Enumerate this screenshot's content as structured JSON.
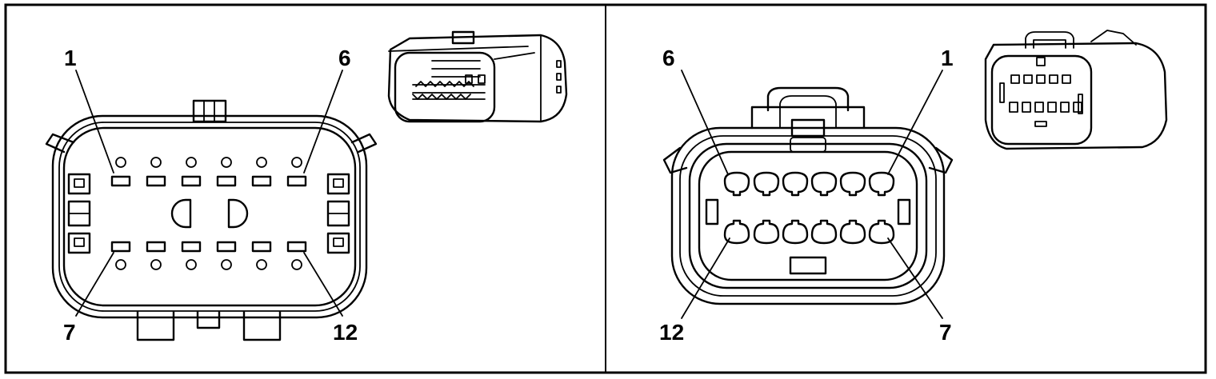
{
  "colors": {
    "line": "#000000",
    "background": "#ffffff"
  },
  "left_view": {
    "labels": {
      "top_left": "1",
      "top_right": "6",
      "bottom_left": "7",
      "bottom_right": "12"
    }
  },
  "right_view": {
    "labels": {
      "top_left": "6",
      "top_right": "1",
      "bottom_left": "12",
      "bottom_right": "7"
    }
  }
}
